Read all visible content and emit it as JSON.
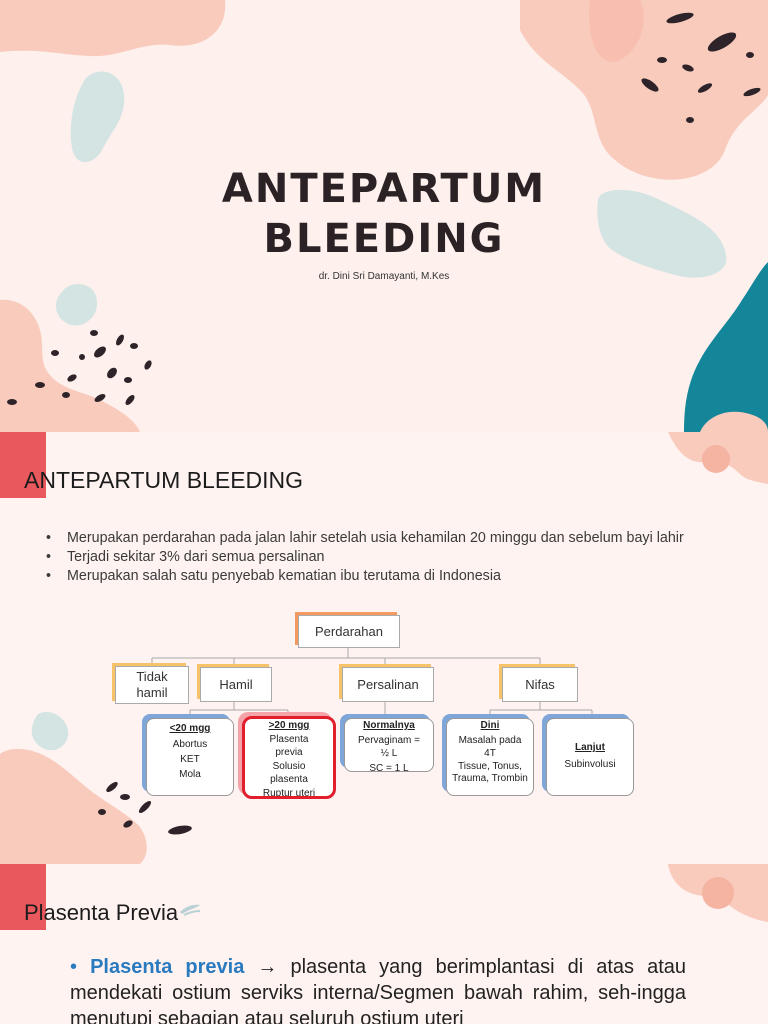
{
  "slide1": {
    "title_line1": "ANTEPARTUM",
    "title_line2": "BLEEDING",
    "author": "dr. Dini Sri Damayanti, M.Kes"
  },
  "slide2": {
    "heading": "ANTEPARTUM BLEEDING",
    "bullets": [
      "Merupakan perdarahan pada jalan lahir setelah usia kehamilan 20 minggu dan sebelum bayi lahir",
      "Terjadi sekitar 3% dari semua persalinan",
      "Merupakan salah satu penyebab kematian ibu terutama di Indonesia"
    ],
    "diagram": {
      "root": "Perdarahan",
      "level1": [
        "Tidak hamil",
        "Hamil",
        "Persalinan",
        "Nifas"
      ],
      "leaves": {
        "lt20": {
          "title": "<20 mgg",
          "lines": [
            "Abortus",
            "KET",
            "Mola"
          ]
        },
        "gt20": {
          "title": ">20 mgg",
          "lines": [
            "Plasenta previa",
            "Solusio plasenta",
            "Ruptur uteri"
          ]
        },
        "normal": {
          "title": "Normalnya",
          "lines": [
            "Pervaginam = ½ L",
            "SC = 1 L"
          ]
        },
        "dini": {
          "title": "Dini",
          "lines": [
            "Masalah pada 4T",
            "Tissue, Tonus, Trauma, Trombin"
          ]
        },
        "lanjut": {
          "title": "Lanjut",
          "lines": [
            "Subinvolusi"
          ]
        }
      }
    }
  },
  "slide3": {
    "heading": "Plasenta Previa",
    "bullet": "•",
    "term": "Plasenta previa",
    "arrow": "→",
    "text": "plasenta yang berimplantasi di atas atau mendekati ostium serviks interna/Segmen bawah rahim, seh-ingga menutupi sebagian atau seluruh ostium uteri"
  },
  "colors": {
    "peach": "#f9cbbd",
    "teal": "#14869a",
    "mint": "#d3e4e3",
    "dark": "#2d2329",
    "accent_red": "#e8585c",
    "link_blue": "#2a7abf"
  }
}
